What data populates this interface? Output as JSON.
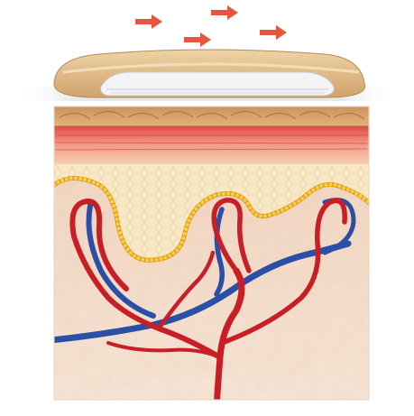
{
  "colors": {
    "background": "#ffffff",
    "arrow": "#e8553f",
    "dressing_top": "#e2c08e",
    "dressing_edge": "#c79d68",
    "dressing_film": "#f2f2f4",
    "epidermis": "#d9a06a",
    "epidermis_dark": "#b97a45",
    "papillary_red": "#d8323b",
    "dermis_cream": "#f7e7c4",
    "basement_beads": "#f0b72c",
    "tissue": "#f0d8c8",
    "artery": "#c81f26",
    "vein": "#2b4fa6"
  },
  "diagram": {
    "arrows": [
      {
        "name": "arrow-1",
        "direction": "right"
      },
      {
        "name": "arrow-2",
        "direction": "right"
      },
      {
        "name": "arrow-3",
        "direction": "right"
      },
      {
        "name": "arrow-4",
        "direction": "right"
      }
    ],
    "layers": [
      "dressing",
      "epidermis",
      "papillary-layer",
      "basement-membrane",
      "dermis",
      "vessels"
    ]
  }
}
